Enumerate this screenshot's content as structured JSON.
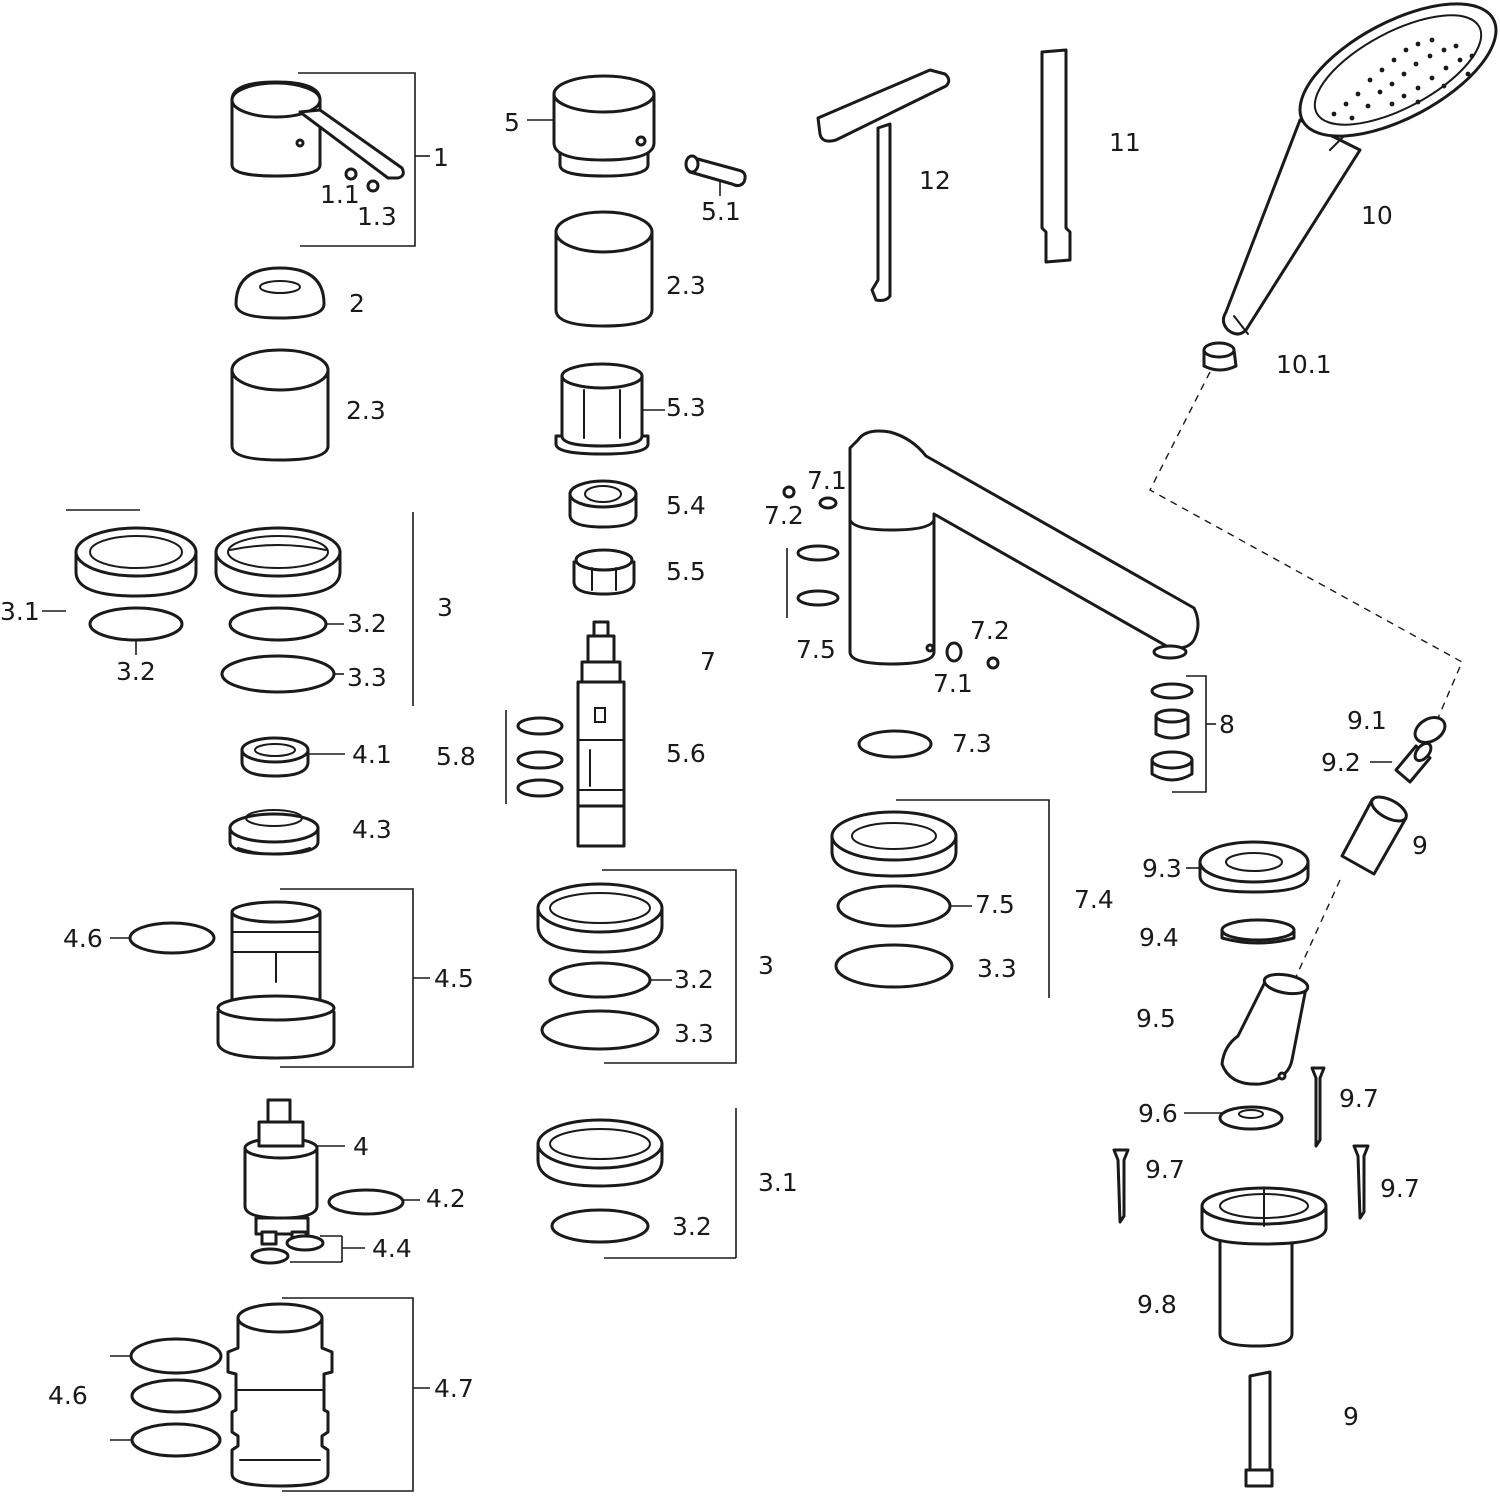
{
  "diagram": {
    "labels": {
      "p1": "1",
      "p1_1": "1.1",
      "p1_3": "1.3",
      "p2": "2",
      "p2_3a": "2.3",
      "p2_3b": "2.3",
      "p3a": "3",
      "p3_1a": "3.1",
      "p3_2a": "3.2",
      "p3_2b": "3.2",
      "p3_3a": "3.3",
      "p4_1": "4.1",
      "p4_3": "4.3",
      "p4_6a": "4.6",
      "p4_5": "4.5",
      "p4": "4",
      "p4_2": "4.2",
      "p4_4": "4.4",
      "p4_6b": "4.6",
      "p4_7": "4.7",
      "p5": "5",
      "p5_1": "5.1",
      "p5_3": "5.3",
      "p5_4": "5.4",
      "p5_5": "5.5",
      "p5_6": "5.6",
      "p5_8": "5.8",
      "p3b": "3",
      "p3_2c": "3.2",
      "p3_3b": "3.3",
      "p3_1b": "3.1",
      "p3_2d": "3.2",
      "p12": "12",
      "p11": "11",
      "p10": "10",
      "p10_1": "10.1",
      "p7_1a": "7.1",
      "p7_2a": "7.2",
      "p7_5a": "7.5",
      "p7": "7",
      "p7_1b": "7.1",
      "p7_2b": "7.2",
      "p7_3": "7.3",
      "p7_4": "7.4",
      "p7_5b": "7.5",
      "p3_3c": "3.3",
      "p8": "8",
      "p9_1": "9.1",
      "p9_2": "9.2",
      "p9a": "9",
      "p9_3": "9.3",
      "p9_4": "9.4",
      "p9_5": "9.5",
      "p9_6": "9.6",
      "p9_7a": "9.7",
      "p9_7b": "9.7",
      "p9_7c": "9.7",
      "p9_8": "9.8",
      "p9b": "9"
    }
  }
}
